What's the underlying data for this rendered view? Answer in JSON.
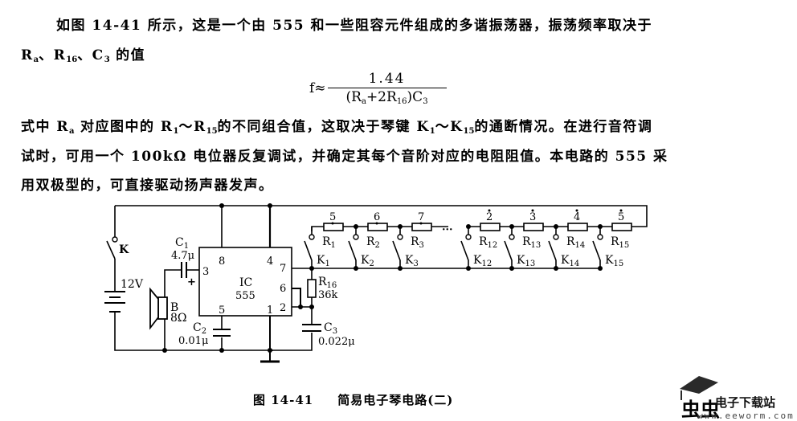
{
  "text": {
    "line1": "如图 14-41 所示，这是一个由 555 和一些阻容元件组成的多谐振荡器，振荡频率取决于",
    "line2_parts": [
      "R",
      "a",
      "、R",
      "16",
      "、C",
      "3",
      " 的值"
    ],
    "line3_parts": [
      "式中 R",
      "a",
      " 对应图中的 R",
      "1",
      "～R",
      "15",
      "的不同组合值，这取决于琴键 K",
      "1",
      "～K",
      "15",
      "的通断情况。在进行音符调"
    ],
    "line4": "试时，可用一个 100kΩ 电位器反复调试，并确定其每个音阶对应的电阻阻值。本电路的 555 采",
    "line5": "用双极型的，可直接驱动扬声器发声。"
  },
  "formula": {
    "lhs": "f≈",
    "numerator": "1.44",
    "denominator_parts": [
      "(R",
      "a",
      "+2R",
      "16",
      ")C",
      "3"
    ]
  },
  "circuit": {
    "switch_main": "K",
    "battery": "12V",
    "c1_name": "C1",
    "c1_sub": "1",
    "c1_value": "4.7μ",
    "c1_plus": "+",
    "speaker_name": "B",
    "speaker_value": "8Ω",
    "c2_value": "0.01μ",
    "c3_value": "0.022μ",
    "ic_name": "IC",
    "ic_type": "555",
    "pins": {
      "p8": "8",
      "p4": "4",
      "p3": "3",
      "p7": "7",
      "p6": "6",
      "p2": "2",
      "p5": "5",
      "p1": "1"
    },
    "r16_value": "36k",
    "ellipsis": "···",
    "notes": [
      {
        "digit": "5",
        "dot": "below"
      },
      {
        "digit": "6",
        "dot": "below"
      },
      {
        "digit": "7",
        "dot": "below"
      },
      {
        "digit": "2",
        "dot": "above"
      },
      {
        "digit": "3",
        "dot": "above"
      },
      {
        "digit": "4",
        "dot": "above"
      },
      {
        "digit": "5",
        "dot": "above"
      }
    ],
    "resistors": [
      "1",
      "2",
      "3",
      "12",
      "13",
      "14",
      "15"
    ],
    "keys": [
      "1",
      "2",
      "3",
      "12",
      "13",
      "14",
      "15"
    ]
  },
  "caption": {
    "figure": "图 14-41",
    "title": "简易电子琴电路(二)"
  },
  "watermark": {
    "brand": "电子下载站",
    "url": "www.eeworm.com",
    "colors": {
      "red": "#d9121b",
      "cap": "#2a2a2a"
    }
  }
}
